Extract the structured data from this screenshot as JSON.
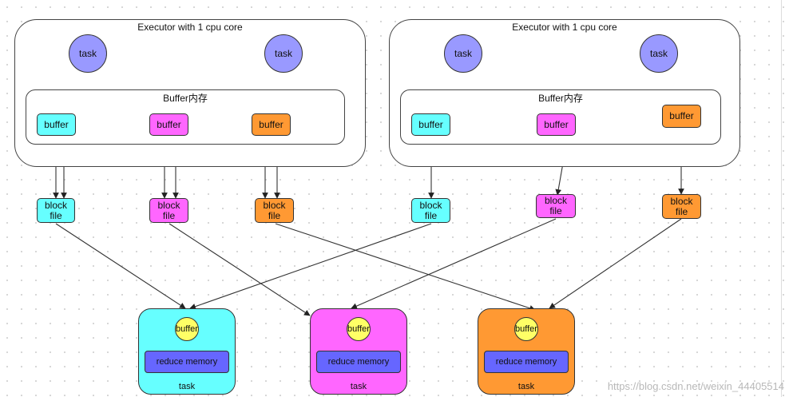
{
  "executors": [
    {
      "title": "Executor with 1 cpu core",
      "buffer_area_label": "Buffer内存",
      "tasks": [
        "task",
        "task"
      ],
      "buffers": [
        "buffer",
        "buffer",
        "buffer"
      ]
    },
    {
      "title": "Executor with 1 cpu core",
      "buffer_area_label": "Buffer内存",
      "tasks": [
        "task",
        "task"
      ],
      "buffers": [
        "buffer",
        "buffer",
        "buffer"
      ]
    }
  ],
  "block_files": [
    "block\nfile",
    "block\nfile",
    "block\nfile",
    "block\nfile",
    "block\nfile",
    "block\nfile"
  ],
  "reducers": [
    {
      "buffer_label": "buffer",
      "memory_label": "reduce memory",
      "task_label": "task"
    },
    {
      "buffer_label": "buffer",
      "memory_label": "reduce memory",
      "task_label": "task"
    },
    {
      "buffer_label": "buffer",
      "memory_label": "reduce memory",
      "task_label": "task"
    }
  ],
  "colors": {
    "task": "#9999ff",
    "cyan": "#66ffff",
    "magenta": "#ff66ff",
    "orange": "#ff9933",
    "reduce_buffer": "#ffff66",
    "reduce_memory": "#6666ff"
  },
  "watermark": "https://blog.csdn.net/weixin_44405514"
}
